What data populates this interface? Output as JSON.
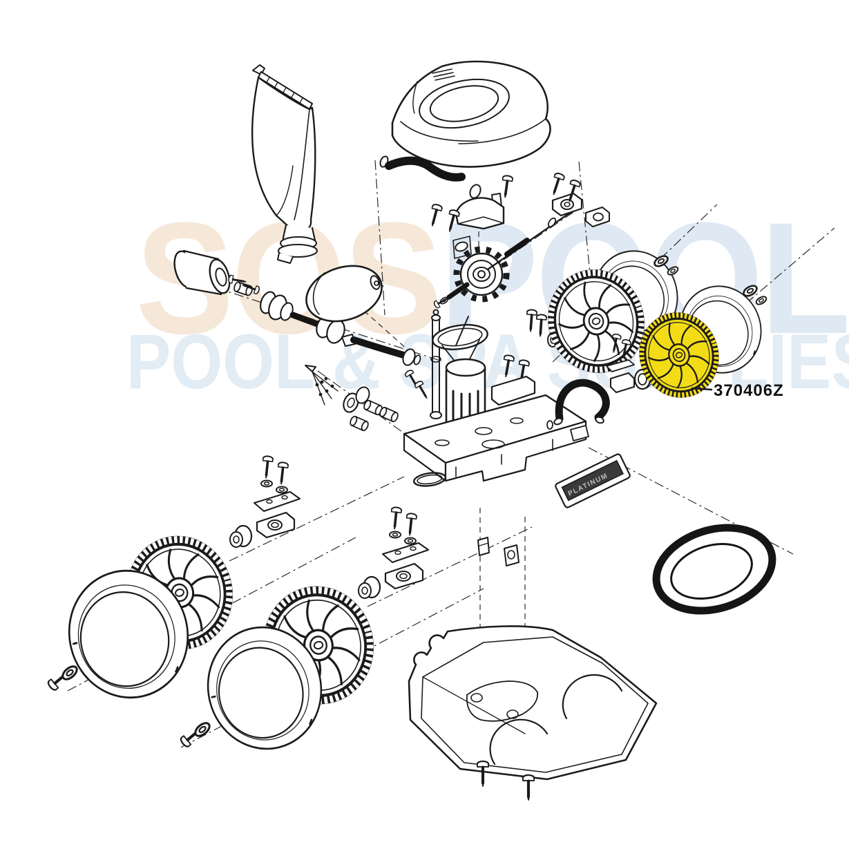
{
  "watermark": {
    "brand_line": {
      "left": "SOS",
      "right": "POOL"
    },
    "tagline": "POOL & SPA SUPPLIES",
    "colors": {
      "brand_left": "#f6e8d9",
      "brand_right": "#dfe9f4",
      "tagline": "#e2ecf5"
    }
  },
  "callout": {
    "part_number": "370406Z",
    "text_color": "#111111"
  },
  "badge": {
    "text": "PLATINUM"
  },
  "highlight": {
    "color": "#f3dc16",
    "highlighted_part": "drive-wheel"
  }
}
